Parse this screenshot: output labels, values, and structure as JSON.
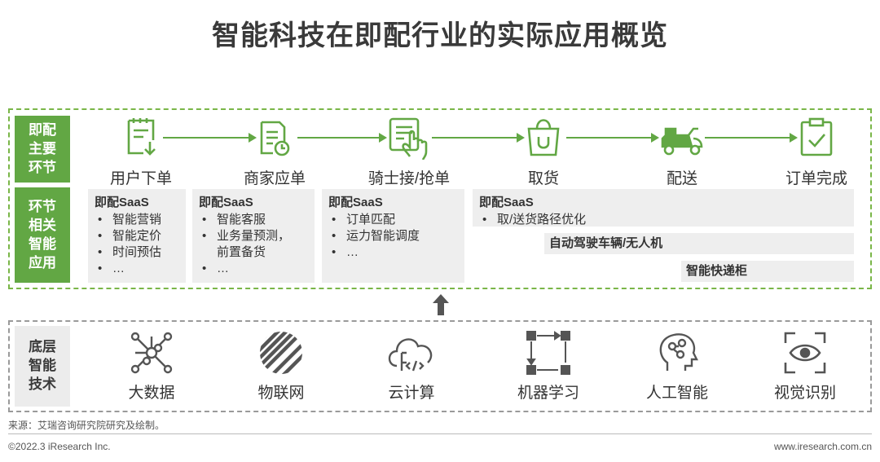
{
  "title": "智能科技在即配行业的实际应用概览",
  "colors": {
    "accent": "#62a744",
    "panel_gray": "#eeeeee",
    "text": "#333333"
  },
  "side_labels": {
    "main_steps": "即配\n主要\n环节",
    "related_apps": "环节\n相关\n智能\n应用",
    "base_tech": "底层\n智能\n技术"
  },
  "steps": [
    {
      "label": "用户下单",
      "icon": "clipboard-download-icon"
    },
    {
      "label": "商家应单",
      "icon": "document-clock-icon"
    },
    {
      "label": "骑士接/抢单",
      "icon": "hand-tap-icon"
    },
    {
      "label": "取货",
      "icon": "shopping-bag-icon"
    },
    {
      "label": "配送",
      "icon": "scooter-icon"
    },
    {
      "label": "订单完成",
      "icon": "clipboard-check-icon"
    }
  ],
  "apps": [
    {
      "heading": "即配SaaS",
      "items": [
        "智能营销",
        "智能定价",
        "时间预估",
        "…"
      ]
    },
    {
      "heading": "即配SaaS",
      "items": [
        "智能客服",
        "业务量预测，\n前置备货",
        "…"
      ]
    },
    {
      "heading": "即配SaaS",
      "items": [
        "订单匹配",
        "运力智能调度",
        "…"
      ]
    },
    {
      "heading": "即配SaaS",
      "items": [
        "取/送货路径优化"
      ]
    }
  ],
  "bars": [
    "自动驾驶车辆/无人机",
    "智能快递柜"
  ],
  "techs": [
    {
      "label": "大数据",
      "icon": "network-nodes-icon"
    },
    {
      "label": "物联网",
      "icon": "striped-globe-icon"
    },
    {
      "label": "云计算",
      "icon": "cloud-code-icon"
    },
    {
      "label": "机器学习",
      "icon": "squares-arrows-icon"
    },
    {
      "label": "人工智能",
      "icon": "brain-head-icon"
    },
    {
      "label": "视觉识别",
      "icon": "eye-scan-icon"
    }
  ],
  "footer": {
    "source": "来源：艾瑞咨询研究院研究及绘制。",
    "copyright": "©2022.3 iResearch Inc.",
    "website": "www.iresearch.com.cn"
  }
}
